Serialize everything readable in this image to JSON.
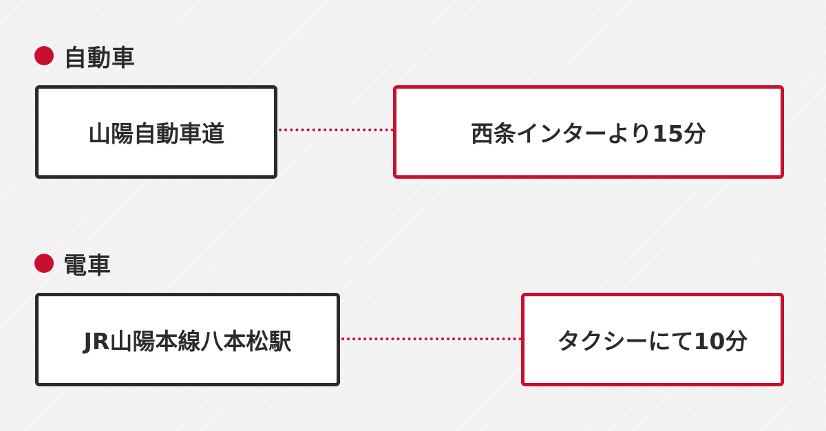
{
  "colors": {
    "accent": "#c8102e",
    "text": "#2b2b2b",
    "background": "#f2f2f2"
  },
  "sections": [
    {
      "heading": "自動車",
      "from": "山陽自動車道",
      "to": "西条インターより15分"
    },
    {
      "heading": "電車",
      "from": "JR山陽本線八本松駅",
      "to": "タクシーにて10分"
    }
  ]
}
